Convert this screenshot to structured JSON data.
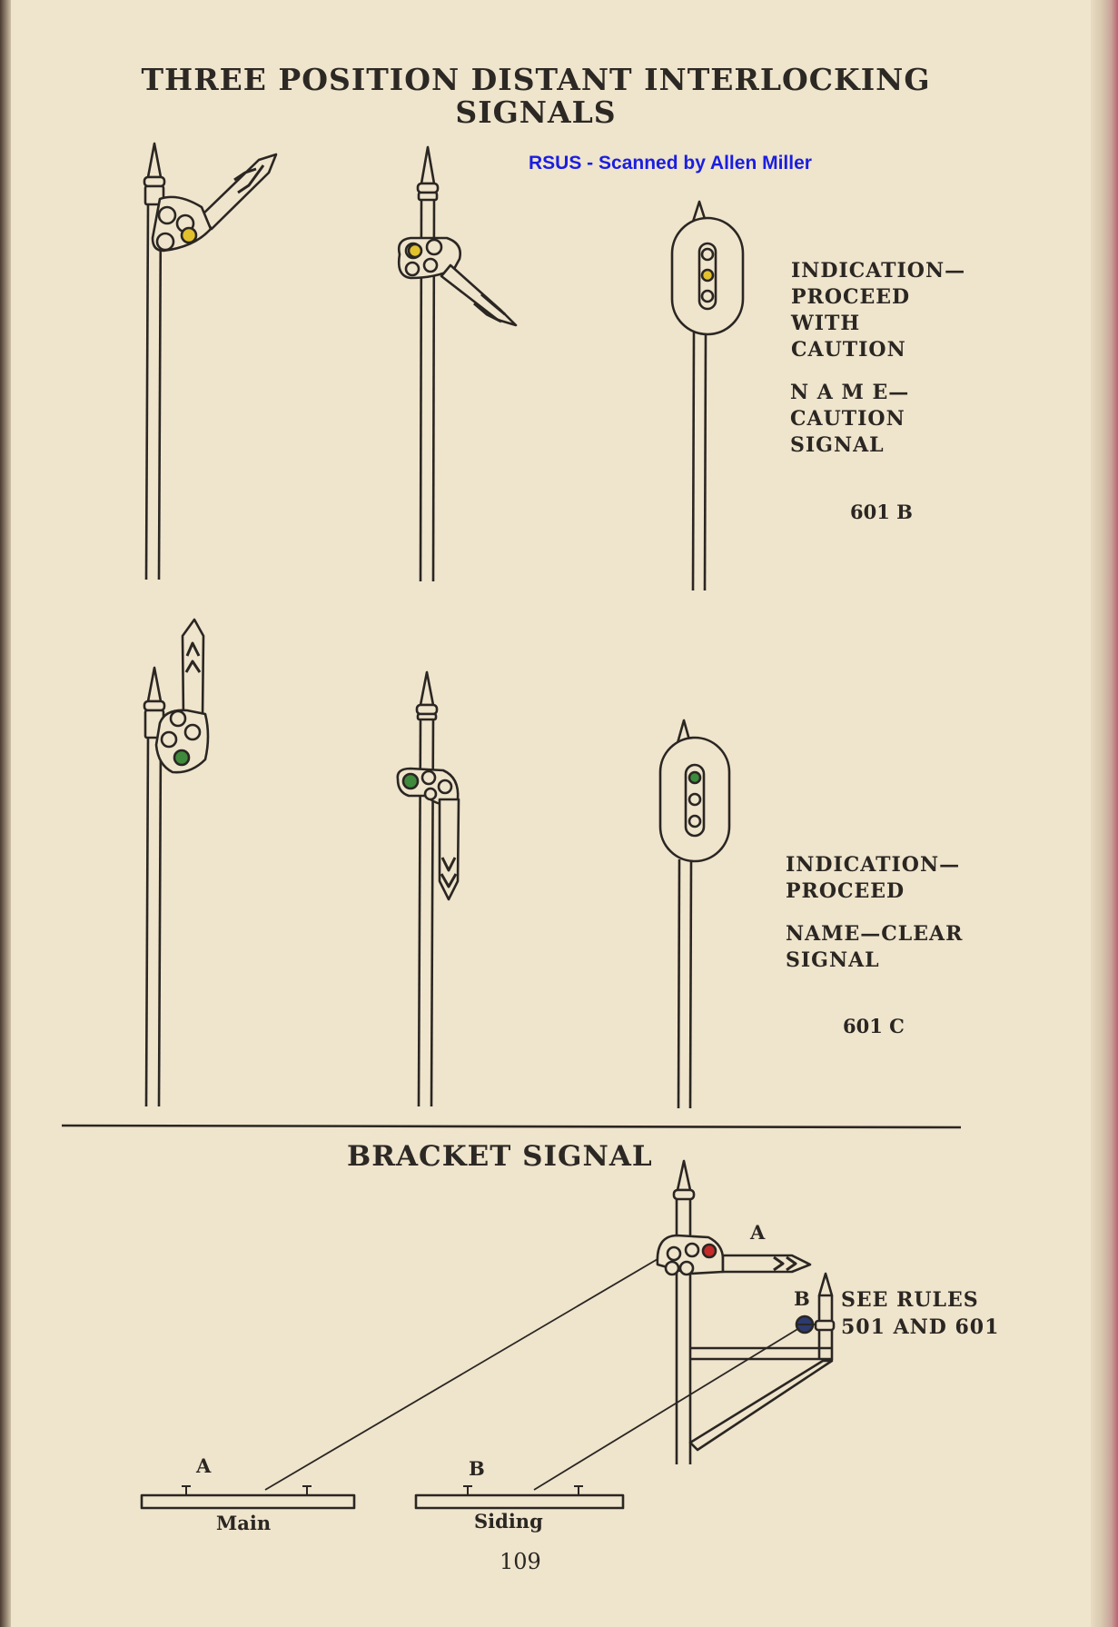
{
  "page": {
    "title_line1": "THREE POSITION DISTANT INTERLOCKING",
    "title_line2": "SIGNALS",
    "scan_credit": "RSUS - Scanned by Allen Miller",
    "page_number": "109"
  },
  "signal_601b": {
    "indication_lines": [
      "INDICATION—",
      "PROCEED",
      "WITH",
      "CAUTION"
    ],
    "name_lines": [
      "N A M E—",
      "CAUTION",
      "SIGNAL"
    ],
    "code": "601 B",
    "light_color": "#e2c12e"
  },
  "signal_601c": {
    "indication_lines": [
      "INDICATION—",
      "PROCEED"
    ],
    "name_lines": [
      "NAME—CLEAR",
      "SIGNAL"
    ],
    "code": "601 C",
    "light_color": "#3f8a3c"
  },
  "bracket": {
    "title": "BRACKET SIGNAL",
    "arm_a_label": "A",
    "arm_b_label": "B",
    "rules_line1": "SEE RULES",
    "rules_line2": "501 AND 601",
    "track_a_label": "A",
    "track_b_label": "B",
    "main_label": "Main",
    "siding_label": "Siding",
    "arm_a_light_color": "#c42a2a",
    "arm_b_light_color": "#2c3a6e"
  }
}
